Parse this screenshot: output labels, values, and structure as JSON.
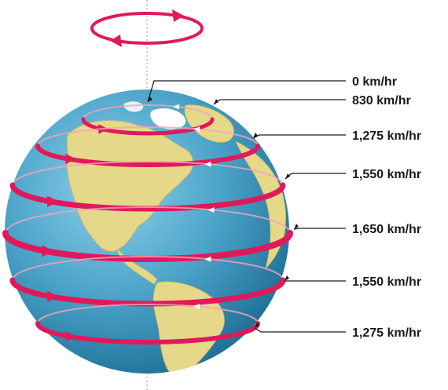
{
  "colors": {
    "ocean": "#4aa3c8",
    "ocean_dark": "#1f6f96",
    "land": "#e6d889",
    "ice": "#ffffff",
    "band": "#e01a5a",
    "band_light": "#f2a3bd",
    "leader": "#1a1a1a"
  },
  "icons": {
    "rotation_arrow": "rotation-arrow-icon"
  },
  "speeds": [
    {
      "label": "0 km/hr",
      "value_kmh": 0
    },
    {
      "label": "830 km/hr",
      "value_kmh": 830
    },
    {
      "label": "1,275 km/hr",
      "value_kmh": 1275
    },
    {
      "label": "1,550 km/hr",
      "value_kmh": 1550
    },
    {
      "label": "1,650 km/hr",
      "value_kmh": 1650
    },
    {
      "label": "1,550 km/hr",
      "value_kmh": 1550
    },
    {
      "label": "1,275 km/hr",
      "value_kmh": 1275
    }
  ]
}
